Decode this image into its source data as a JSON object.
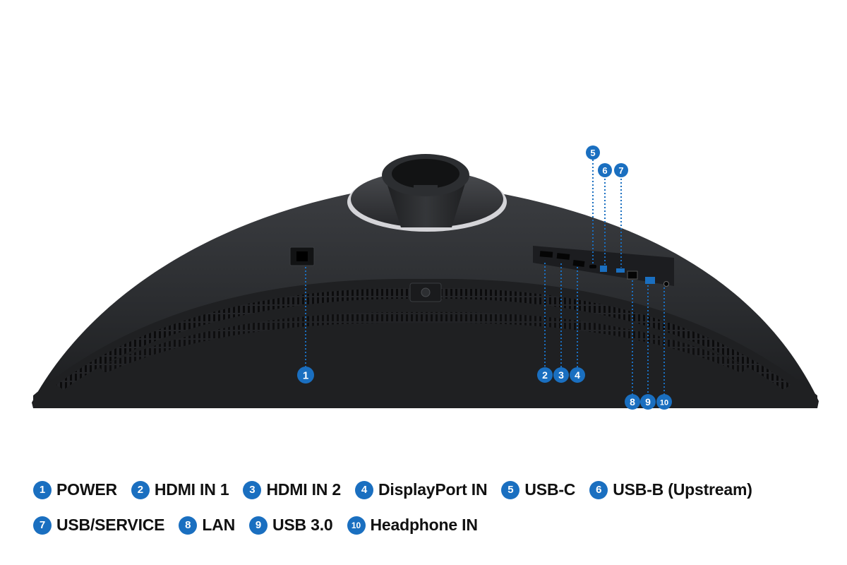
{
  "callouts": [
    {
      "number": "1",
      "label": "POWER"
    },
    {
      "number": "2",
      "label": "HDMI IN 1"
    },
    {
      "number": "3",
      "label": "HDMI IN 2"
    },
    {
      "number": "4",
      "label": "DisplayPort IN"
    },
    {
      "number": "5",
      "label": "USB-C"
    },
    {
      "number": "6",
      "label": "USB-B (Upstream)"
    },
    {
      "number": "7",
      "label": "USB/SERVICE"
    },
    {
      "number": "8",
      "label": "LAN"
    },
    {
      "number": "9",
      "label": "USB 3.0"
    },
    {
      "number": "10",
      "label": "Headphone IN"
    }
  ],
  "colors": {
    "callout_blue": "#1a6fc0",
    "monitor_body": "#2b2d30",
    "monitor_dark": "#17181a",
    "stand_ring": "#c8c8cc"
  }
}
